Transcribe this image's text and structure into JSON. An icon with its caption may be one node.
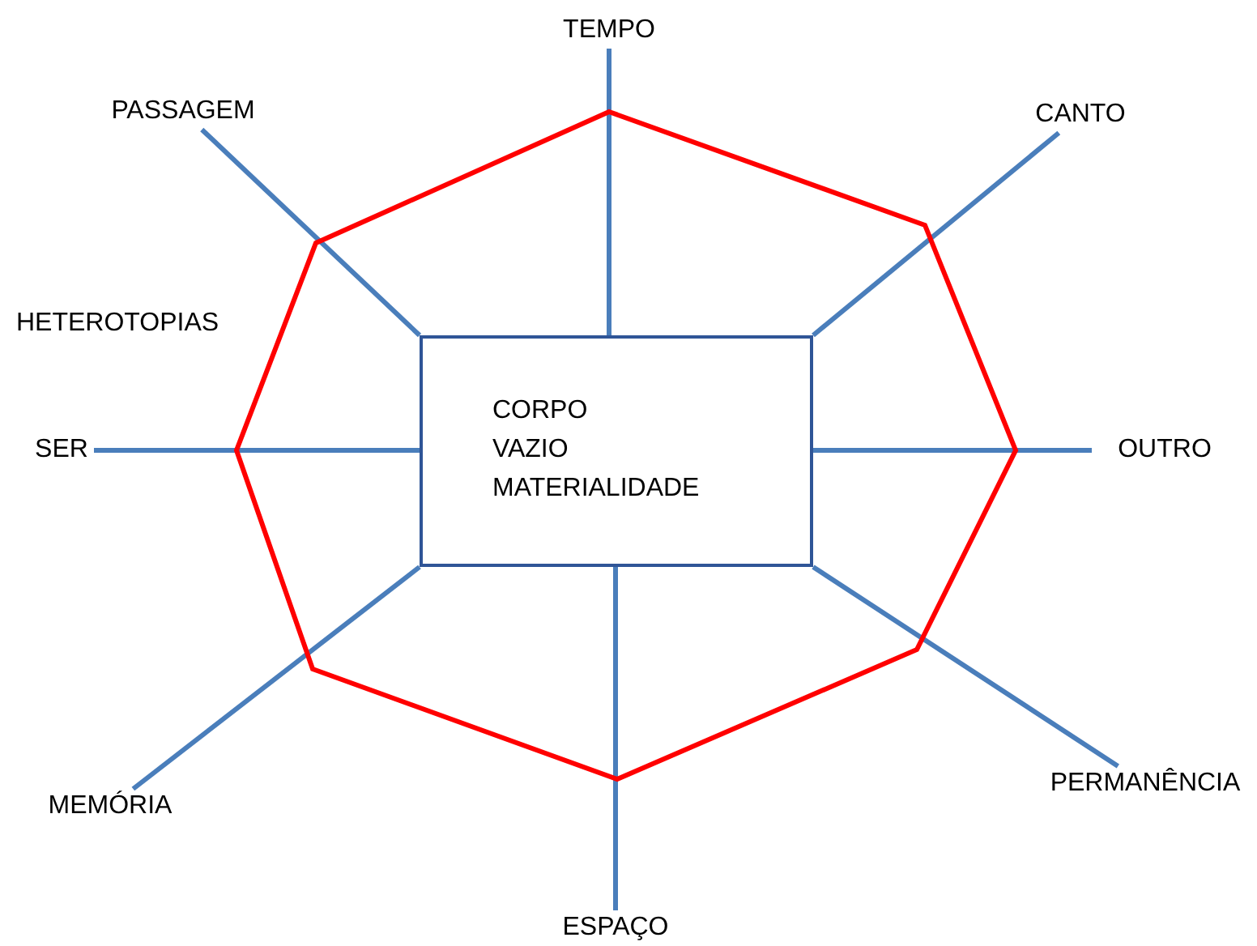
{
  "diagram": {
    "nodes": [
      {
        "text": [
          "CORPO",
          "VAZIO",
          "MATERIALIDADE"
        ]
      },
      {
        "text": [
          "TEMPO"
        ]
      },
      {
        "text": [
          "PASSAGEM"
        ]
      },
      {
        "text": [
          "CANTO"
        ]
      },
      {
        "text": [
          "SER"
        ]
      },
      {
        "text": [
          "OUTRO"
        ]
      },
      {
        "text": [
          "PERMANÊNCIA"
        ]
      },
      {
        "text": [
          "MEMÓRIA"
        ]
      },
      {
        "text": [
          "ESPAÇO"
        ]
      }
    ],
    "edges": [
      {
        "from": 0,
        "to": 1,
        "arrow": "none"
      },
      {
        "from": 0,
        "to": 3,
        "arrow": "none"
      },
      {
        "from": 0,
        "to": 5,
        "arrow": "none"
      },
      {
        "from": 0,
        "to": 6,
        "arrow": "none"
      },
      {
        "from": 0,
        "to": 8,
        "arrow": "none"
      },
      {
        "from": 0,
        "to": 7,
        "arrow": "none"
      },
      {
        "from": 0,
        "to": 4,
        "arrow": "none"
      },
      {
        "from": 0,
        "to": 2,
        "arrow": "none"
      }
    ],
    "labels": [
      "HETEROTOPIAS"
    ]
  }
}
